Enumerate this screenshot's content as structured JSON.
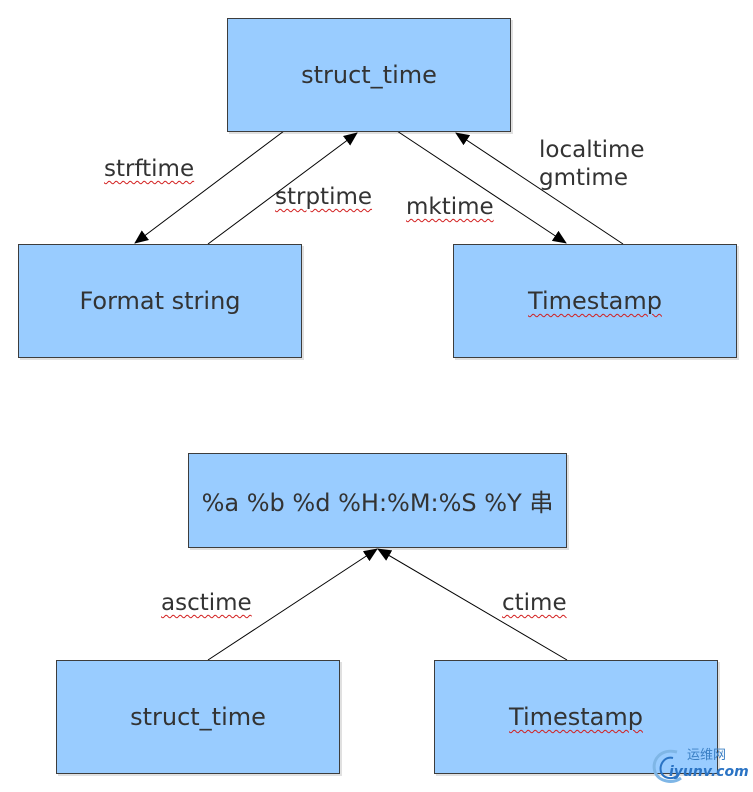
{
  "top_diagram": {
    "struct_time_box": "struct_time",
    "format_string_box": "Format string",
    "timestamp_box": "Timestamp",
    "edge_strftime": "strftime",
    "edge_strptime": "strptime",
    "edge_mktime": "mktime",
    "edge_localtime": "localtime",
    "edge_gmtime": "gmtime"
  },
  "bottom_diagram": {
    "format_box": "%a %b %d %H:%M:%S %Y 串",
    "struct_time_box": "struct_time",
    "timestamp_box": "Timestamp",
    "edge_asctime": "asctime",
    "edge_ctime": "ctime"
  },
  "watermark": {
    "line1": "运维网",
    "line2": "iyunv.com"
  },
  "colors": {
    "box_fill": "#99ccff",
    "box_border": "#3d3d3d",
    "text": "#333333",
    "spellcheck_underline": "#d21e1e",
    "edge": "#000000"
  }
}
